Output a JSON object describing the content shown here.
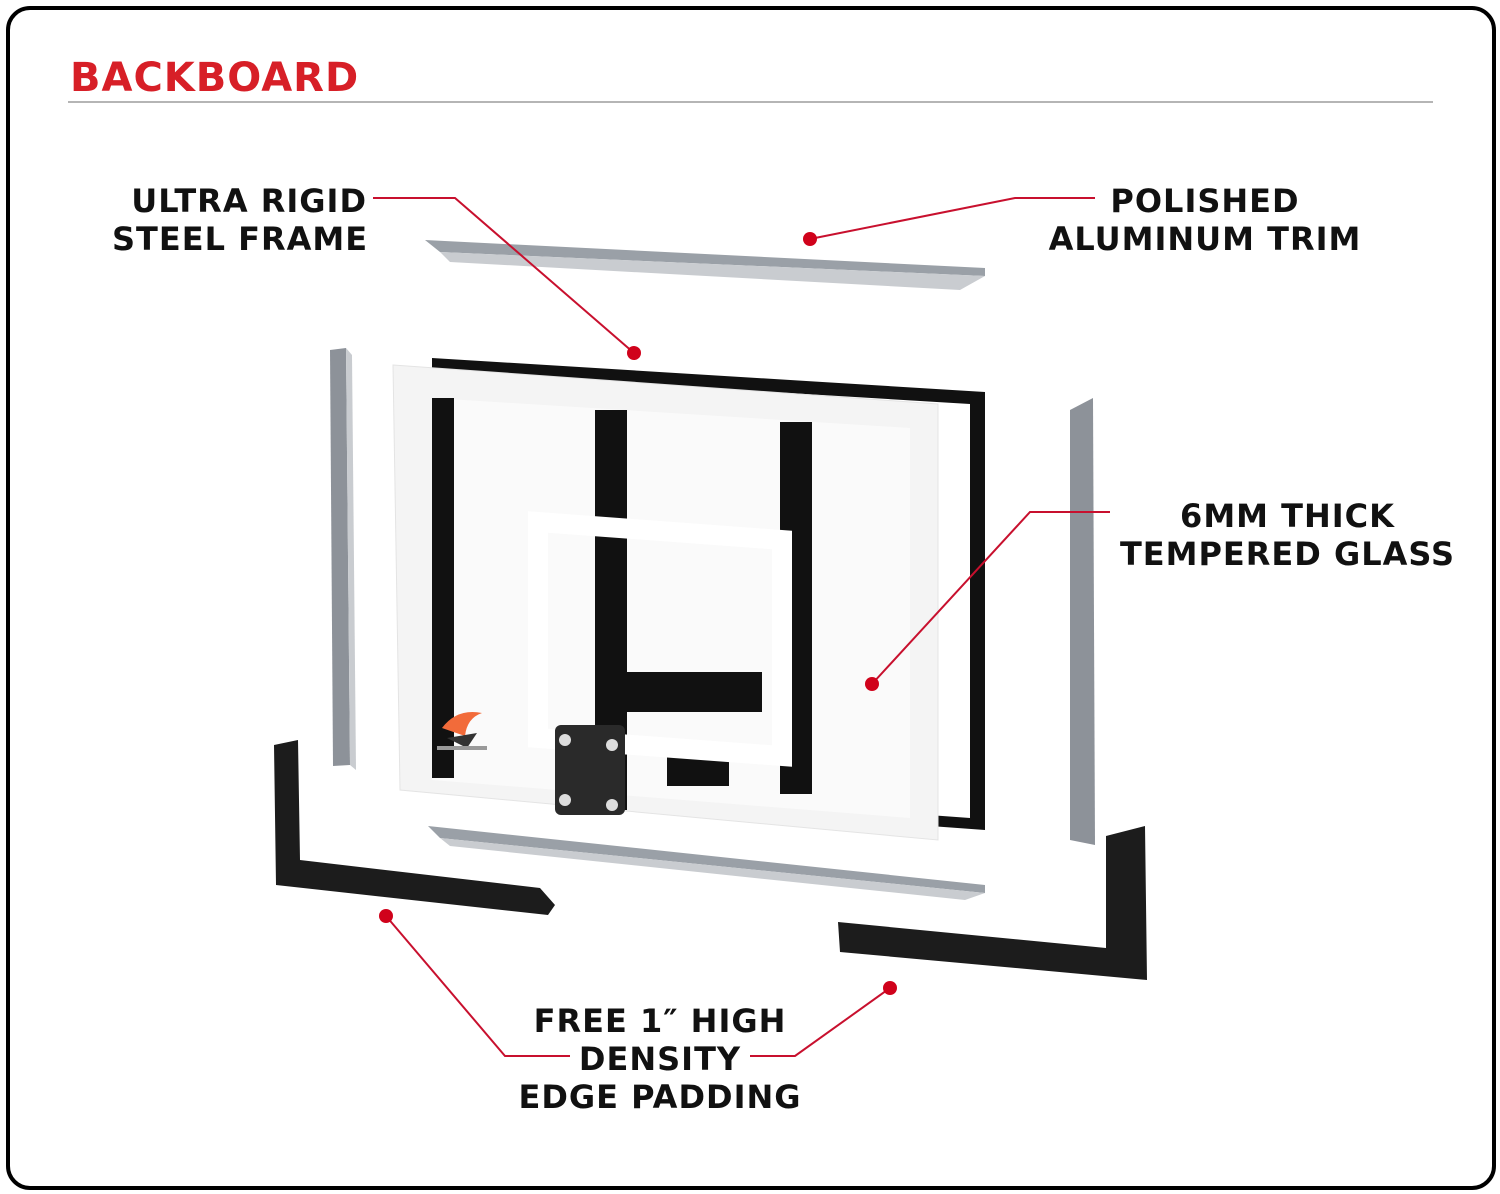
{
  "header": {
    "title": "BACKBOARD"
  },
  "callouts": [
    {
      "id": "steel-frame",
      "lines": [
        "ULTRA RIGID",
        "STEEL FRAME"
      ]
    },
    {
      "id": "aluminum-trim",
      "lines": [
        "POLISHED",
        "ALUMINUM TRIM"
      ]
    },
    {
      "id": "tempered-glass",
      "lines": [
        "6MM THICK",
        "TEMPERED GLASS"
      ]
    },
    {
      "id": "edge-padding",
      "lines": [
        "FREE 1″ HIGH",
        "DENSITY",
        "EDGE PADDING"
      ]
    }
  ],
  "colors": {
    "accent": "#d71f27",
    "callout_line": "#c8102e",
    "padding": "#1c1c1c",
    "trim": "#8d9299"
  }
}
